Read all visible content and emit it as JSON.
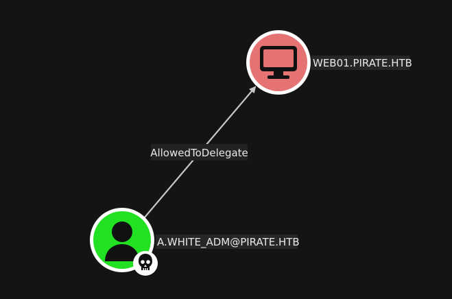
{
  "graph": {
    "background": "#141414",
    "edge": {
      "label": "AllowedToDelegate",
      "color": "#c8c8c8"
    },
    "nodes": {
      "target": {
        "label": "WEB01.PIRATE.HTB",
        "type": "computer",
        "icon": "monitor-icon",
        "fill": "#e57373",
        "ring": "#ffffff"
      },
      "source": {
        "label": "A.WHITE_ADM@PIRATE.HTB",
        "type": "user",
        "icon": "user-icon",
        "badge_icon": "skull-icon",
        "fill": "#22e022",
        "ring": "#ffffff"
      }
    }
  }
}
